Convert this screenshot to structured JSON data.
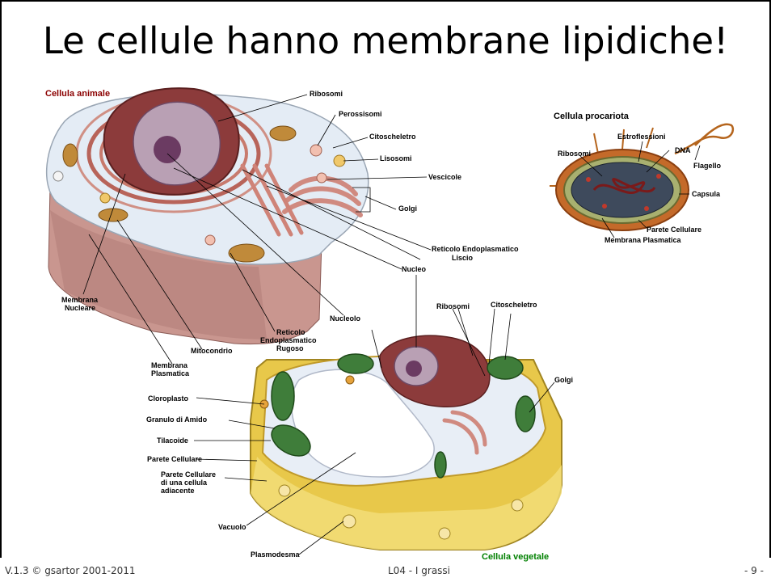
{
  "slide": {
    "title": "Le cellule hanno membrane lipidiche!",
    "footer_left": "V.1.3 © gsartor 2001-2011",
    "footer_center": "L04 - I grassi",
    "footer_right": "- 9 -"
  },
  "animal_cell": {
    "heading": "Cellula animale",
    "labels": {
      "ribosomi": "Ribosomi",
      "perossisomi": "Perossisomi",
      "citoscheletro": "Citoscheletro",
      "lisosomi": "Lisosomi",
      "vescicole": "Vescicole",
      "golgi": "Golgi",
      "rel_1": "Reticolo Endoplasmatico",
      "rel_2": "Liscio",
      "nucleo": "Nucleo",
      "membrana_nucleare_1": "Membrana",
      "membrana_nucleare_2": "Nucleare",
      "nucleolo": "Nucleolo",
      "rer_1": "Reticolo",
      "rer_2": "Endoplasmatico",
      "rer_3": "Rugoso",
      "mitocondrio": "Mitocondrio",
      "membrana_plasmatica_1": "Membrana",
      "membrana_plasmatica_2": "Plasmatica"
    }
  },
  "prokaryote": {
    "heading": "Cellula procariota",
    "labels": {
      "estroflessioni": "Estroflessioni",
      "dna": "DNA",
      "ribosomi": "Ribosomi",
      "flagello": "Flagello",
      "capsula": "Capsula",
      "parete": "Parete Cellulare",
      "membrana": "Membrana Plasmatica"
    }
  },
  "plant_cell": {
    "heading": "Cellula vegetale",
    "labels": {
      "ribosomi": "Ribosomi",
      "citoscheletro": "Citoscheletro",
      "golgi": "Golgi",
      "cloroplasto": "Cloroplasto",
      "granulo": "Granulo di Amido",
      "tilacoide": "Tilacoide",
      "parete": "Parete Cellulare",
      "parete_adj_1": "Parete Cellulare",
      "parete_adj_2": "di una cellula",
      "parete_adj_3": "adiacente",
      "vacuolo": "Vacuolo",
      "plasmodesma": "Plasmodesma"
    }
  },
  "colors": {
    "animal_heading": "#8b0000",
    "plant_heading": "#008000",
    "prokaryote_heading": "#000000"
  }
}
